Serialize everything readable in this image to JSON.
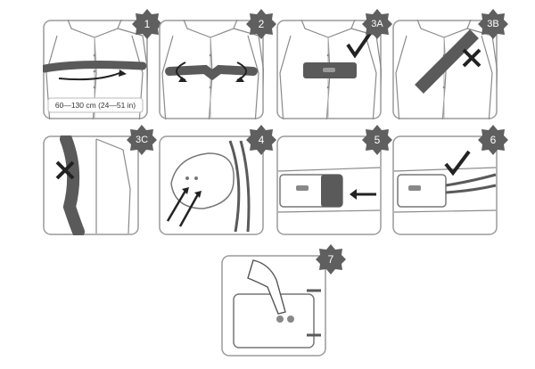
{
  "steps": [
    {
      "number": "1",
      "caption": "60—130 cm (24—51 in)"
    },
    {
      "number": "2"
    },
    {
      "number": "3A"
    },
    {
      "number": "3B"
    },
    {
      "number": "3C"
    },
    {
      "number": "4"
    },
    {
      "number": "5"
    },
    {
      "number": "6"
    },
    {
      "number": "7"
    }
  ],
  "colors": {
    "panel_border": "#9a9a9a",
    "belt": "#5a5a5a",
    "badge": "#5f5f5f",
    "line_art": "#707070"
  },
  "icons": [
    "belt-wrap-icon",
    "tighten-arrows-icon",
    "checkmark-icon",
    "cross-icon",
    "controller-icon",
    "cable-icon",
    "press-button-hand-icon"
  ]
}
